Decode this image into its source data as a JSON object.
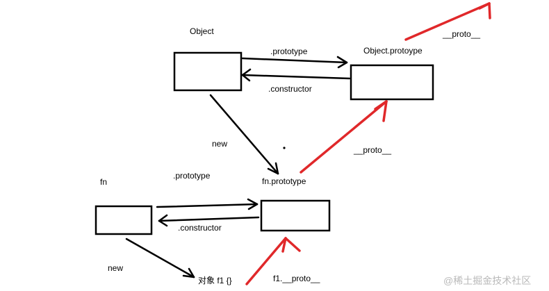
{
  "labels": {
    "object_title": "Object",
    "object_prototype_box_title": "Object.protoype",
    "edge_object_prototype": ".prototype",
    "edge_object_constructor": ".constructor",
    "edge_new_top": "new",
    "fn_prototype_title": "fn.prototype",
    "proto_top_right": "__proto__",
    "proto_middle": "__proto__",
    "fn_title": "fn",
    "edge_fn_prototype": ".prototype",
    "edge_fn_constructor": ".constructor",
    "edge_new_bottom": "new",
    "instance_title": "对象 f1 {}",
    "f1_proto": "f1.__proto__"
  },
  "watermark": "@稀土掘金技术社区",
  "colors": {
    "line": "#000000",
    "proto_arrow": "#e0282a",
    "watermark": "#b9b9b9"
  }
}
